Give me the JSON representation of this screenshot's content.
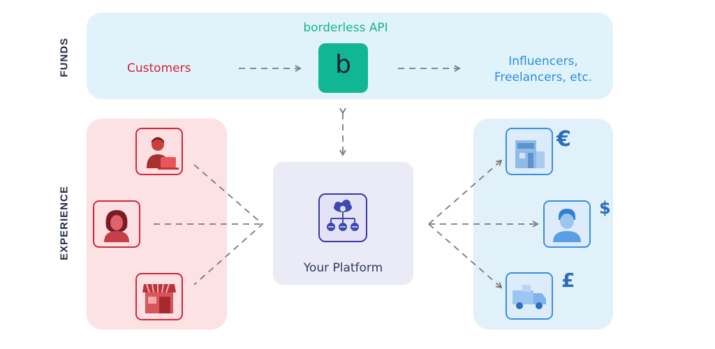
{
  "side_labels": {
    "funds": "FUNDS",
    "experience": "EXPERIENCE"
  },
  "funds": {
    "api_label": "borderless API",
    "logo_letter": "b",
    "source": "Customers",
    "destination_line1": "Influencers,",
    "destination_line2": "Freelancers, etc."
  },
  "platform": {
    "label": "Your Platform"
  },
  "customer_icons": [
    "freelancer-icon",
    "woman-icon",
    "shop-storefront-icon"
  ],
  "payee_icons": [
    {
      "icon": "shop-building-icon",
      "currency": "€"
    },
    {
      "icon": "man-avatar-icon",
      "currency": "$"
    },
    {
      "icon": "delivery-truck-icon",
      "currency": "£"
    }
  ],
  "colors": {
    "funds_panel": "#e1f3fa",
    "customers_panel": "#fde2e4",
    "payees_panel": "#e1f1fa",
    "platform_panel": "#ebebf7",
    "accent_green": "#11b795",
    "customer_red": "#d0283a",
    "payee_blue": "#3a8ee0"
  }
}
